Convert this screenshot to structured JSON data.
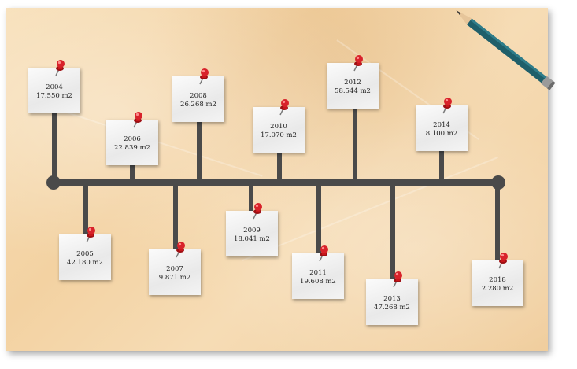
{
  "colors": {
    "line": "#4a4a4a",
    "pin": "#c8161b",
    "paper": "#f4d6a8",
    "note": "#f2f2f2"
  },
  "icons": {
    "pin": "push-pin-icon",
    "pencil": "pencil-icon"
  },
  "milestones": [
    {
      "year": "2004",
      "area": "17.550 m2"
    },
    {
      "year": "2005",
      "area": "42.180 m2"
    },
    {
      "year": "2006",
      "area": "22.839 m2"
    },
    {
      "year": "2007",
      "area": "9.871 m2"
    },
    {
      "year": "2008",
      "area": "26.268  m2"
    },
    {
      "year": "2009",
      "area": "18.041 m2"
    },
    {
      "year": "2010",
      "area": "17.070  m2"
    },
    {
      "year": "2011",
      "area": "19.608 m2"
    },
    {
      "year": "2012",
      "area": "58.544  m2"
    },
    {
      "year": "2013",
      "area": "47.268 m2"
    },
    {
      "year": "2014",
      "area": "8.100  m2"
    },
    {
      "year": "2018",
      "area": "2.280 m2"
    }
  ]
}
